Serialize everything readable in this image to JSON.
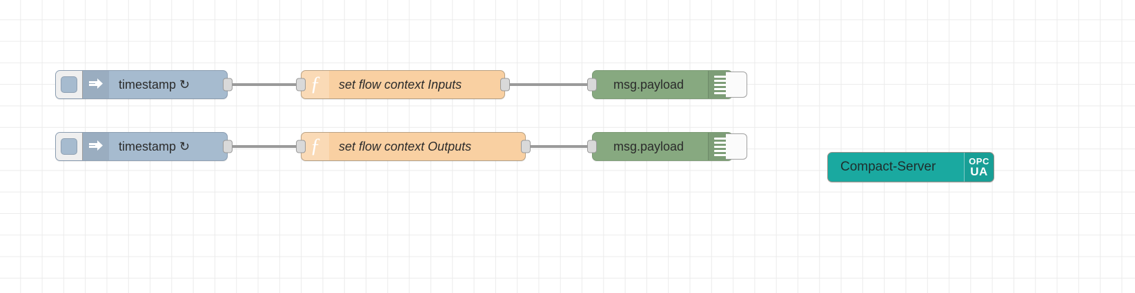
{
  "canvas": {
    "name": "node-red-flow-canvas",
    "background": "#ffffff",
    "grid_color": "#ebebeb",
    "grid_size": 31
  },
  "palette": {
    "inject_color": "#a6bbcf",
    "function_color": "#f9d0a2",
    "debug_color": "#87a980",
    "opcua_color": "#1aa9a0",
    "wire_color": "#9a9a9a",
    "port_color": "#d9d9d9"
  },
  "flows": [
    {
      "row": 1,
      "inject": {
        "label": "timestamp ↻",
        "icon": "inject-arrow-icon",
        "button": "inject-trigger-button"
      },
      "function": {
        "label": "set flow context Inputs",
        "icon": "function-f-icon"
      },
      "debug": {
        "label": "msg.payload",
        "icon": "debug-list-icon",
        "button": "debug-toggle-button"
      }
    },
    {
      "row": 2,
      "inject": {
        "label": "timestamp ↻",
        "icon": "inject-arrow-icon",
        "button": "inject-trigger-button"
      },
      "function": {
        "label": "set flow context Outputs",
        "icon": "function-f-icon"
      },
      "debug": {
        "label": "msg.payload",
        "icon": "debug-list-icon",
        "button": "debug-toggle-button"
      }
    }
  ],
  "opcua_node": {
    "label": "Compact-Server",
    "badge_line1": "OPC",
    "badge_line2": "UA"
  }
}
